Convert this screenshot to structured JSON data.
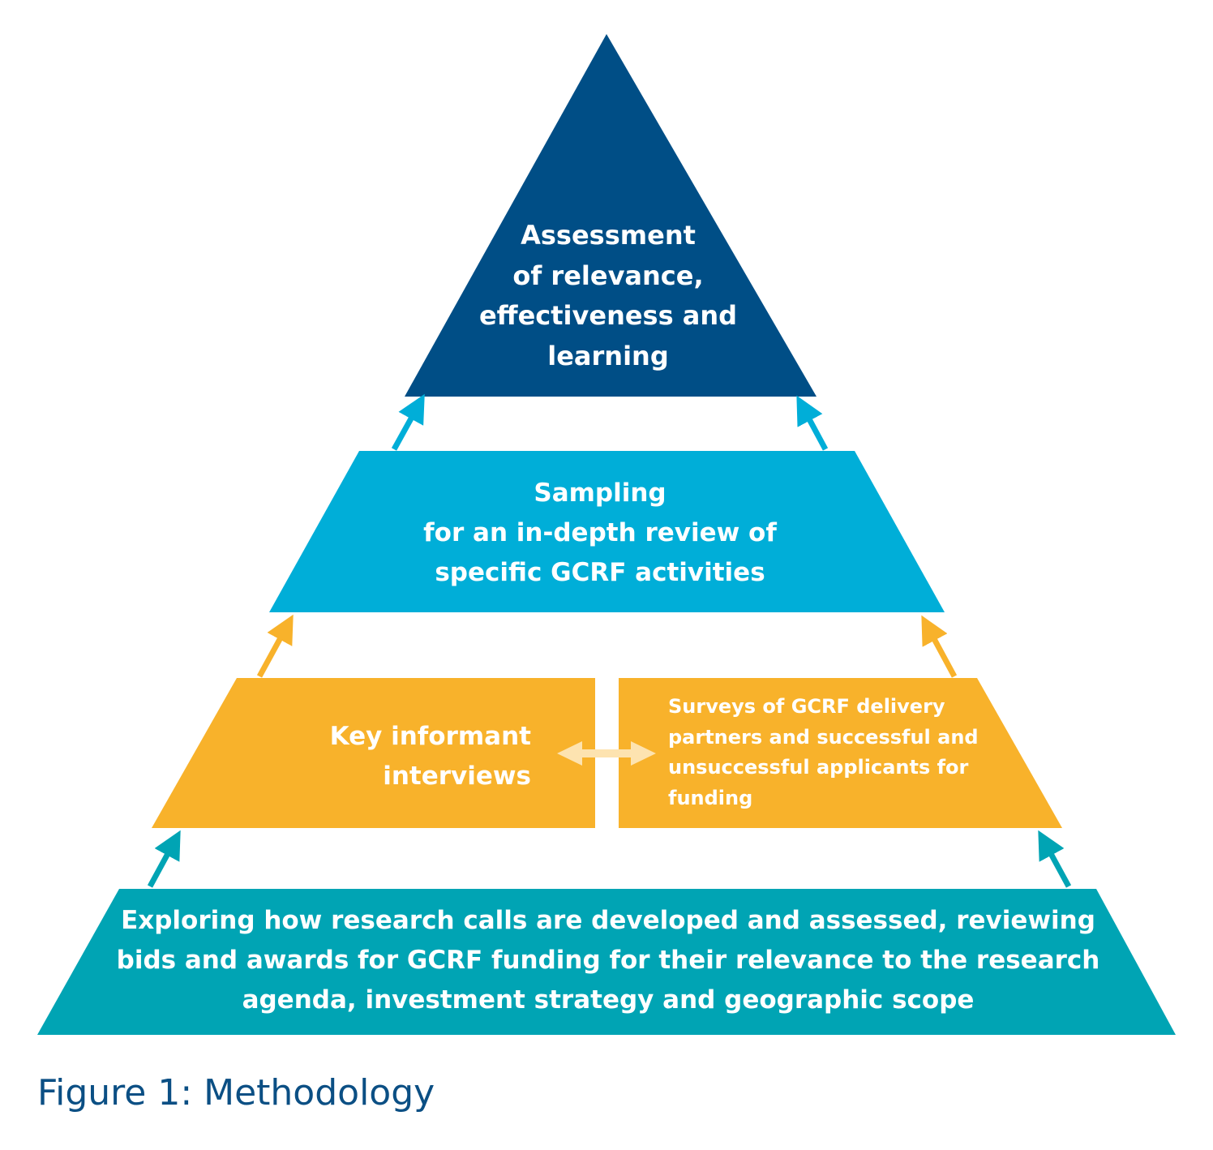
{
  "colors": {
    "top": "#004e86",
    "sampling": "#00aed8",
    "middle": "#f8b22b",
    "base": "#00a4b4",
    "arrow_blue": "#00aed8",
    "arrow_orange": "#f8b22b",
    "arrow_base": "#00a4b4",
    "double_arrow": "#fde3b0",
    "caption": "#0b4f84",
    "text": "#ffffff"
  },
  "tiers": {
    "top": {
      "lines": [
        "Assessment",
        "of relevance,",
        "effectiveness and",
        "learning"
      ]
    },
    "sampling": {
      "lines": [
        "Sampling",
        "for an in-depth review of",
        "specific GCRF activities"
      ]
    },
    "interviews": {
      "lines": [
        "Key informant",
        "interviews"
      ]
    },
    "surveys": {
      "lines": [
        "Surveys of GCRF delivery",
        "partners and successful and",
        "unsuccessful applicants for",
        "funding"
      ]
    },
    "base": {
      "lines": [
        "Exploring how research calls are developed and assessed, reviewing",
        "bids and awards for GCRF funding for their relevance to the research",
        "agenda, investment strategy and geographic scope"
      ]
    }
  },
  "connectors": {
    "base_to_middle": "arrow-up",
    "middle_to_sampling": "arrow-up",
    "sampling_to_top": "arrow-up",
    "interviews_surveys": "double-arrow"
  },
  "caption": "Figure 1:  Methodology"
}
